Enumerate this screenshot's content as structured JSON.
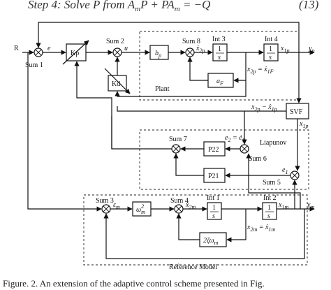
{
  "header": {
    "step_text": "Step 4: Solve  P from  A",
    "step_sub": "m",
    "step_rest": "P + PA",
    "step_sub2": "m",
    "step_end": " = −Q",
    "equation_number": "(13)"
  },
  "inputs": {
    "R": "R",
    "e": "e"
  },
  "sums": {
    "sum1": "Sum 1",
    "sum2": "Sum 2",
    "sum3": "Sum 3",
    "sum4": "Sum 4",
    "sum5": "Sum 5",
    "sum6": "Sum 6",
    "sum7": "Sum 7",
    "sum8": "Sum 8"
  },
  "blocks": {
    "kp": "Kp",
    "kd": "Kd",
    "bp": "b",
    "bp_sub": "p",
    "int3_title": "Int 3",
    "int4_title": "Int 4",
    "int1_title": "Int 1",
    "int2_title": "Int 2",
    "int_num": "1",
    "int_den": "s",
    "ap": "a",
    "ap_sub": "F",
    "svf": "SVF",
    "p22": "P22",
    "p21": "P21",
    "wm2": "ω",
    "wm2_sub": "m",
    "wm2_sup": "2",
    "zeta": "2ζω",
    "zeta_sub": "m"
  },
  "groups": {
    "plant": "Plant",
    "liapunov": "Liapunov",
    "reference": "Reference Model"
  },
  "signals": {
    "u": "u",
    "x2p_dot": "ẋ",
    "x2p_dot_sub": "2p",
    "x1p": "x",
    "x1p_sub": "1p",
    "yp": "y",
    "yp_sub": "p",
    "x2p_eq": "x",
    "x2p_eq_sub": "2p",
    "x2p_eq_mid": " = ẋ",
    "x2p_eq_sub2": "1F",
    "x2p_minus": "x",
    "x2p_minus_sub": "2p",
    "x2p_minus_mid": " − ẋ",
    "x2p_minus_sub2": "1p",
    "x1p_svf": "x",
    "x1p_svf_sub": "1p",
    "e2": "e",
    "e2_sub": "2",
    "e2_mid": " = ė",
    "e2_sub2": "1",
    "e1": "e",
    "e1_sub": "1",
    "em": "ε",
    "em_sub": "m",
    "x2m_dot": "ẋ",
    "x2m_dot_sub": "2m",
    "x1m": "x",
    "x1m_sub": "1m",
    "ym": "y",
    "ym_sub": "m",
    "x2m_eq": "x",
    "x2m_eq_sub": "2m",
    "x2m_eq_mid": " = ẋ",
    "x2m_eq_sub2": "1m"
  },
  "caption": "Figure. 2. An extension of the adaptive control scheme presented in Fig."
}
